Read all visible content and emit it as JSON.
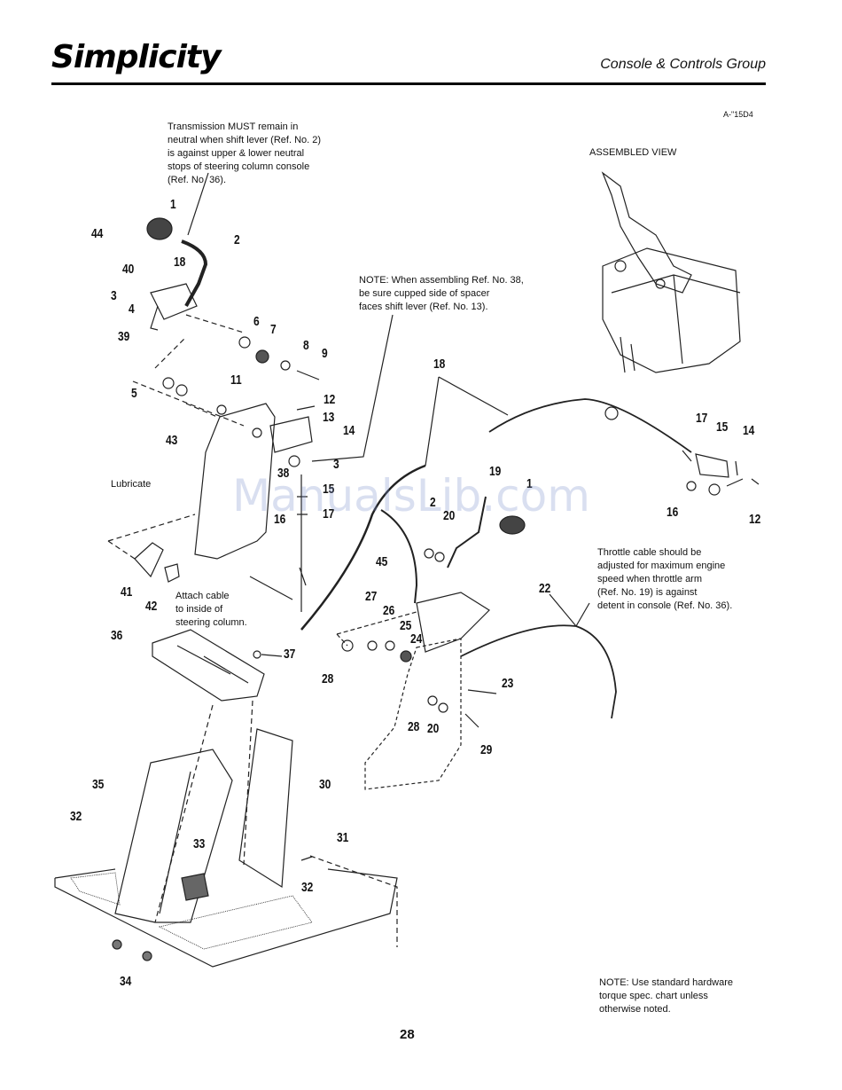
{
  "header": {
    "logo_text": "Simplicity",
    "group_title": "Console & Controls Group"
  },
  "figure_code": "A-\"15D4",
  "assembled_view_label": "ASSEMBLED VIEW",
  "notes": {
    "transmission": [
      "Transmission MUST remain in",
      "neutral when shift lever (Ref. No. 2)",
      "is against upper & lower neutral",
      "stops of steering column console",
      "(Ref. No. 36)."
    ],
    "spacer": [
      "NOTE: When assembling Ref. No. 38,",
      "be sure cupped side of spacer",
      "faces shift lever (Ref. No. 13)."
    ],
    "throttle": [
      "Throttle cable should be",
      "adjusted for maximum engine",
      "speed when throttle arm",
      "(Ref. No. 19) is against",
      "detent in console (Ref. No. 36)."
    ],
    "attach_cable": [
      "Attach cable",
      "to inside of",
      "steering column."
    ],
    "lubricate": "Lubricate",
    "hardware": [
      "NOTE: Use standard hardware",
      "torque spec. chart unless",
      "otherwise noted."
    ]
  },
  "callouts": [
    {
      "id": "c1a",
      "text": "1"
    },
    {
      "id": "c2a",
      "text": "2"
    },
    {
      "id": "c44",
      "text": "44"
    },
    {
      "id": "c40",
      "text": "40"
    },
    {
      "id": "c18a",
      "text": "18"
    },
    {
      "id": "c3a",
      "text": "3"
    },
    {
      "id": "c4",
      "text": "4"
    },
    {
      "id": "c39",
      "text": "39"
    },
    {
      "id": "c6",
      "text": "6"
    },
    {
      "id": "c7",
      "text": "7"
    },
    {
      "id": "c8",
      "text": "8"
    },
    {
      "id": "c9",
      "text": "9"
    },
    {
      "id": "c5",
      "text": "5"
    },
    {
      "id": "c11",
      "text": "11"
    },
    {
      "id": "c12a",
      "text": "12"
    },
    {
      "id": "c13",
      "text": "13"
    },
    {
      "id": "c14a",
      "text": "14"
    },
    {
      "id": "c43",
      "text": "43"
    },
    {
      "id": "c38",
      "text": "38"
    },
    {
      "id": "c3b",
      "text": "3"
    },
    {
      "id": "c15a",
      "text": "15"
    },
    {
      "id": "c16a",
      "text": "16"
    },
    {
      "id": "c17a",
      "text": "17"
    },
    {
      "id": "c18b",
      "text": "18"
    },
    {
      "id": "c17b",
      "text": "17"
    },
    {
      "id": "c15b",
      "text": "15"
    },
    {
      "id": "c14b",
      "text": "14"
    },
    {
      "id": "c16b",
      "text": "16"
    },
    {
      "id": "c12b",
      "text": "12"
    },
    {
      "id": "c19",
      "text": "19"
    },
    {
      "id": "c1b",
      "text": "1"
    },
    {
      "id": "c2b",
      "text": "2"
    },
    {
      "id": "c20a",
      "text": "20"
    },
    {
      "id": "c45",
      "text": "45"
    },
    {
      "id": "c41",
      "text": "41"
    },
    {
      "id": "c42",
      "text": "42"
    },
    {
      "id": "c22",
      "text": "22"
    },
    {
      "id": "c27",
      "text": "27"
    },
    {
      "id": "c26",
      "text": "26"
    },
    {
      "id": "c25",
      "text": "25"
    },
    {
      "id": "c24",
      "text": "24"
    },
    {
      "id": "c28a",
      "text": "28"
    },
    {
      "id": "c36",
      "text": "36"
    },
    {
      "id": "c37",
      "text": "37"
    },
    {
      "id": "c23",
      "text": "23"
    },
    {
      "id": "c28b",
      "text": "28"
    },
    {
      "id": "c20b",
      "text": "20"
    },
    {
      "id": "c29",
      "text": "29"
    },
    {
      "id": "c35",
      "text": "35"
    },
    {
      "id": "c30",
      "text": "30"
    },
    {
      "id": "c32a",
      "text": "32"
    },
    {
      "id": "c33",
      "text": "33"
    },
    {
      "id": "c31",
      "text": "31"
    },
    {
      "id": "c32b",
      "text": "32"
    },
    {
      "id": "c34",
      "text": "34"
    }
  ],
  "watermark": "ManualsLib.com",
  "page_number": "28"
}
